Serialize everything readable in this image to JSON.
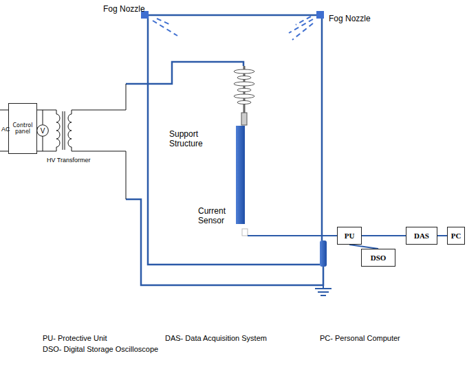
{
  "diagram": {
    "nodes": [
      {
        "text": [
          "Control panel"
        ]
      },
      {
        "text": [
          "V"
        ]
      },
      {
        "text": [
          "PU"
        ]
      },
      {
        "text": [
          "DAS"
        ]
      },
      {
        "text": [
          "PC"
        ]
      },
      {
        "text": [
          "DSO"
        ]
      }
    ],
    "edges": [
      {
        "from": 0,
        "to": 1,
        "arrow": "none"
      },
      {
        "from": 2,
        "to": 3,
        "arrow": "none"
      },
      {
        "from": 3,
        "to": 4,
        "arrow": "none"
      },
      {
        "from": 2,
        "to": 5,
        "arrow": "none"
      }
    ],
    "labels": [
      "Fog Nozzle",
      "Fog Nozzle",
      "Support Structure",
      "Current Sensor",
      "AC",
      "HV Transformer",
      "PU- Protective Unit",
      "DAS- Data Acquisition System",
      "PC- Personal Computer",
      "DSO- Digital Storage Oscilloscope"
    ]
  }
}
